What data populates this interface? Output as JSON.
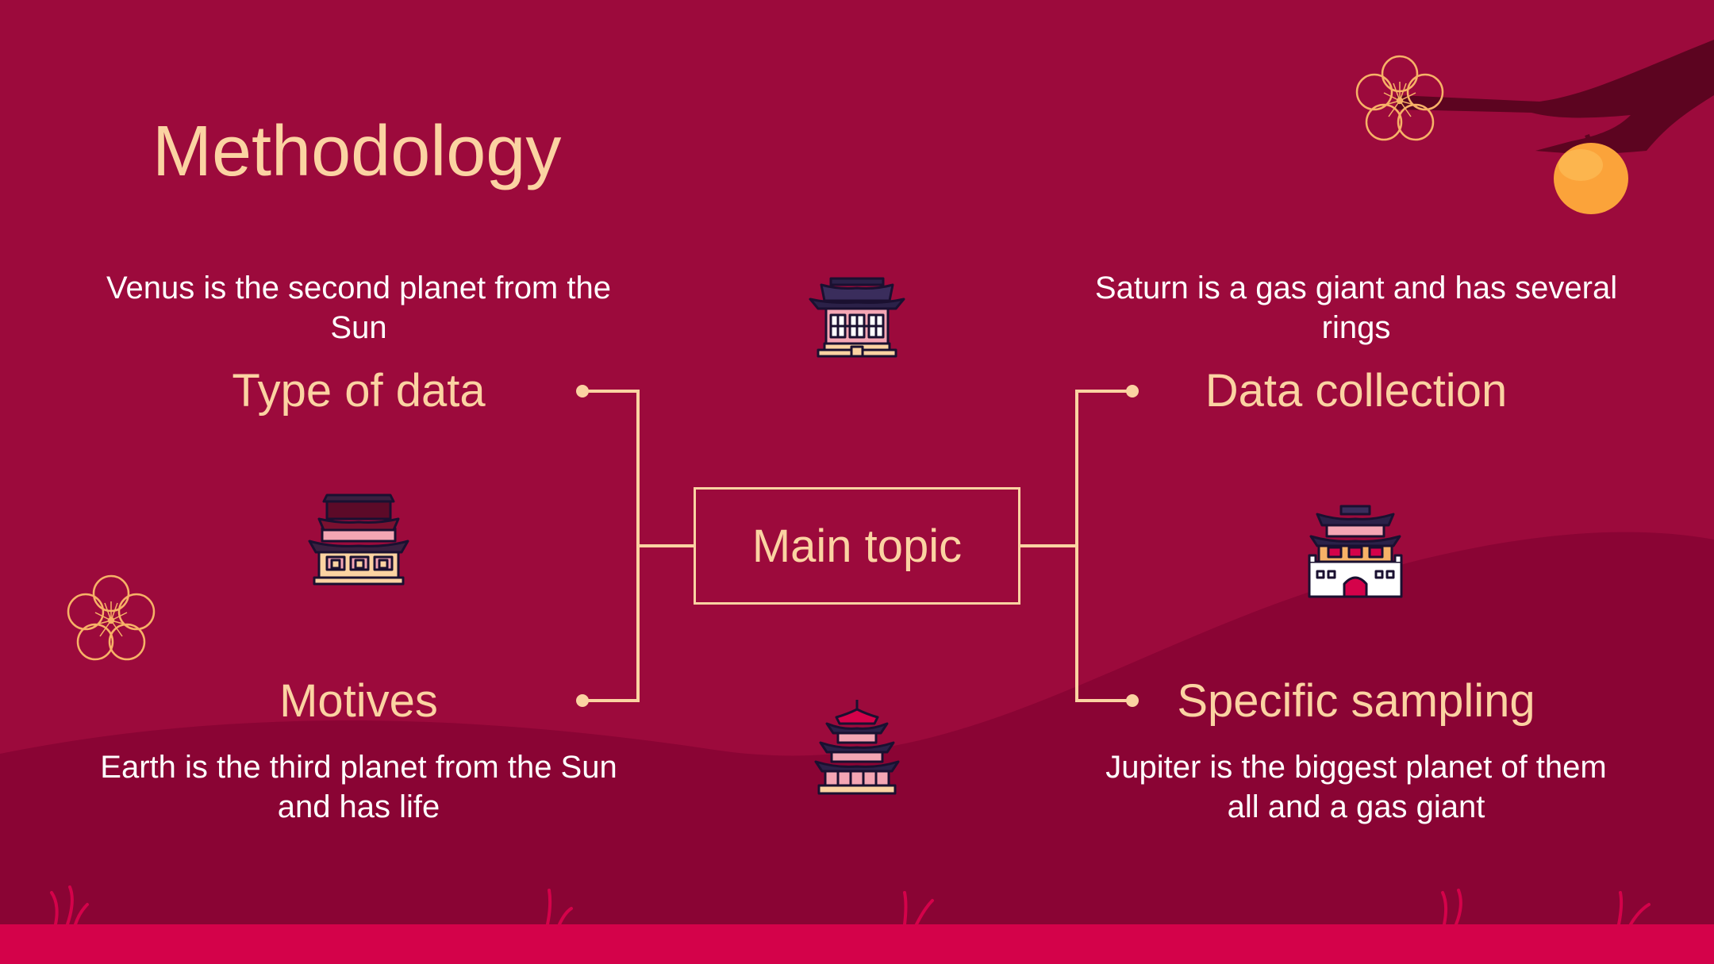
{
  "title": "Methodology",
  "main_topic": "Main topic",
  "items": [
    {
      "heading": "Type of data",
      "description": "Venus is the second planet from the Sun",
      "icon": "pavilion-icon"
    },
    {
      "heading": "Motives",
      "description": "Earth is the third planet from the Sun and has life",
      "icon": "pagoda-icon"
    },
    {
      "heading": "Data collection",
      "description": "Saturn is a gas giant and has several rings",
      "icon": "hall-icon"
    },
    {
      "heading": "Specific sampling",
      "description": "Jupiter is the biggest planet of them all and a gas giant",
      "icon": "gate-icon"
    }
  ],
  "decorations": [
    "plum-blossom-icon",
    "branch-icon",
    "orange-fruit-icon",
    "grass-icon"
  ],
  "colors": {
    "background": "#9c0a3c",
    "hill": "#8a0434",
    "ground": "#d4024a",
    "accent": "#fbd3a2",
    "text": "#ffffff"
  }
}
